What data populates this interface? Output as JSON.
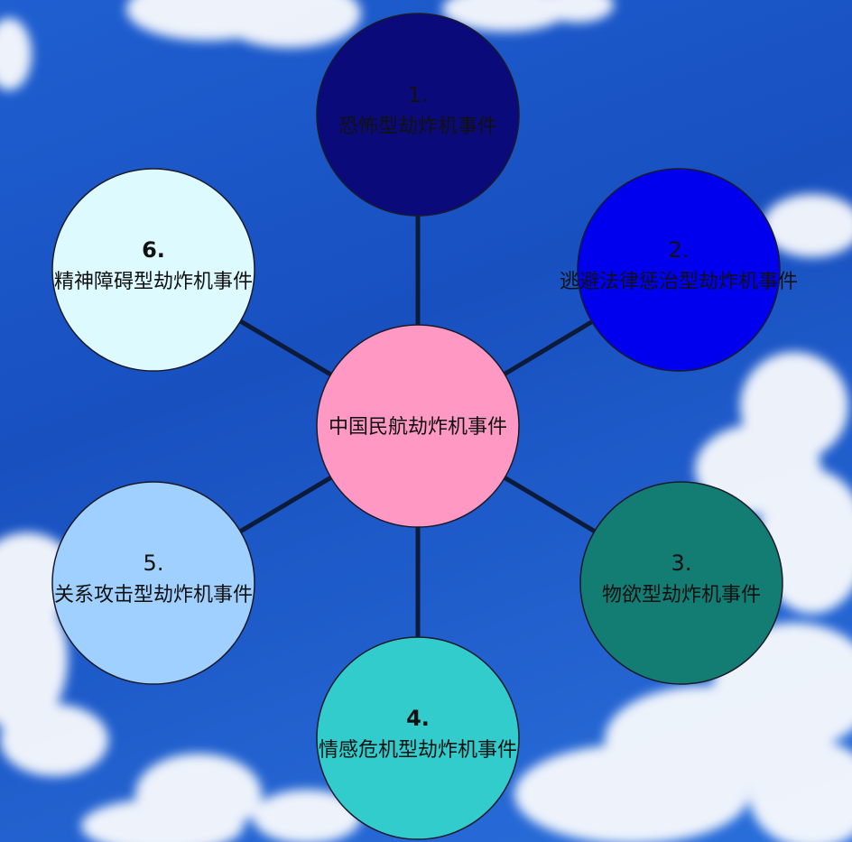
{
  "diagram": {
    "center": {
      "label": "中国民航劫炸机事件",
      "color": "#ff99c4"
    },
    "nodes": [
      {
        "num": "1.",
        "label": "恐怖型劫炸机事件",
        "color": "#0a0a7a",
        "num_bold": false
      },
      {
        "num": "2.",
        "label": "逃避法律惩治型劫炸机事件",
        "color": "#0000ee",
        "num_bold": false
      },
      {
        "num": "3.",
        "label": "物欲型劫炸机事件",
        "color": "#137c73",
        "num_bold": false
      },
      {
        "num": "4.",
        "label": "情感危机型劫炸机事件",
        "color": "#33cccc",
        "num_bold": true
      },
      {
        "num": "5.",
        "label": "关系攻击型劫炸机事件",
        "color": "#9fd0ff",
        "num_bold": false
      },
      {
        "num": "6.",
        "label": "精神障碍型劫炸机事件",
        "color": "#ddfaff",
        "num_bold": true
      }
    ],
    "connector_color": "#0d1b3a"
  }
}
